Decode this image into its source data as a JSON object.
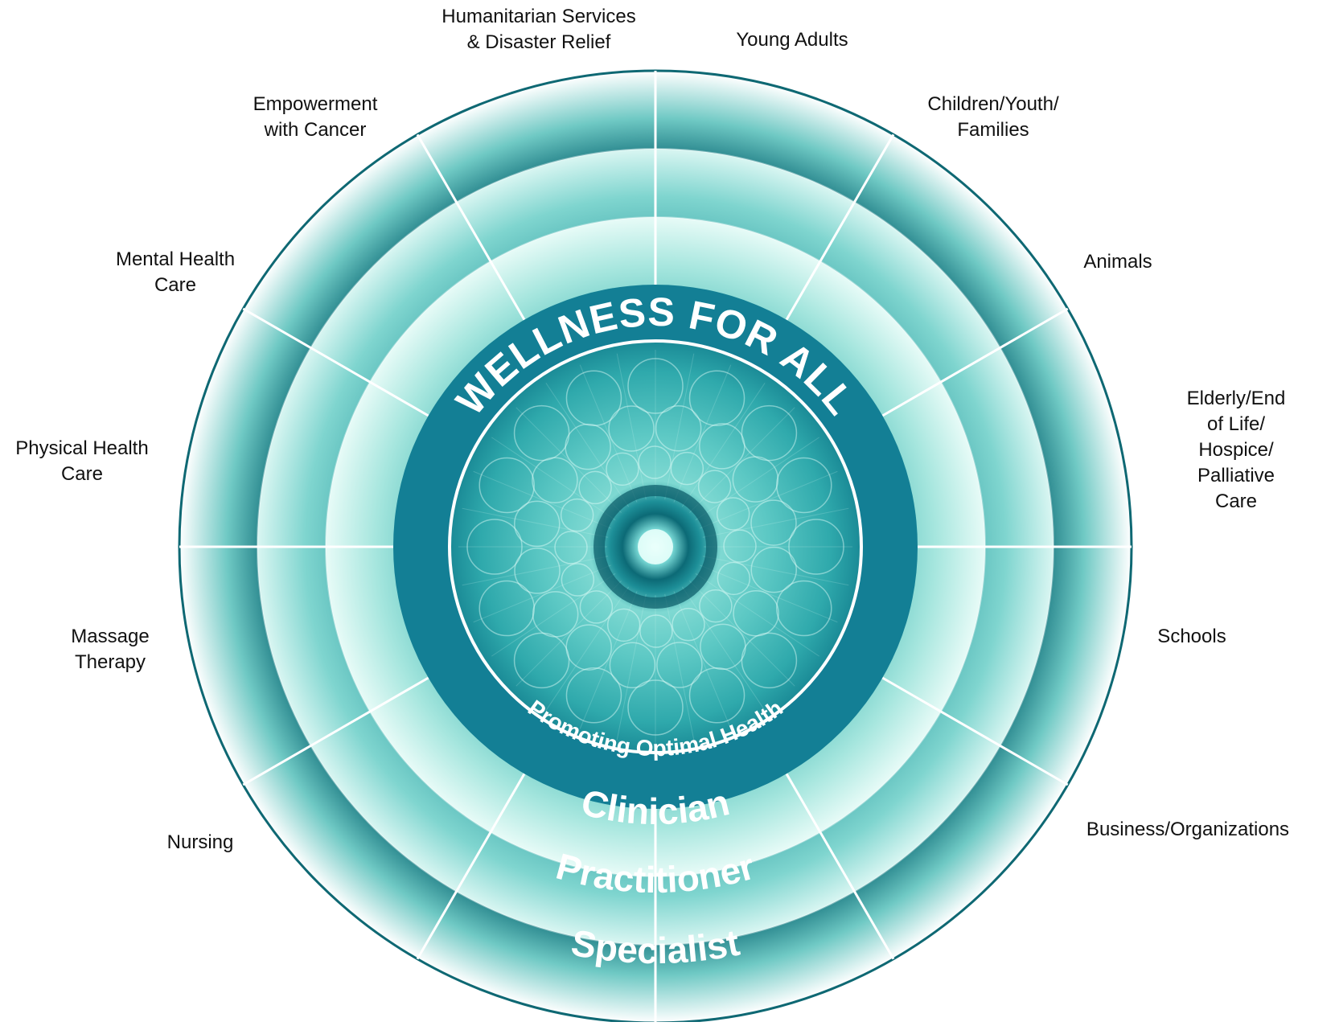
{
  "diagram": {
    "colors": {
      "outer_dark": "#0e6873",
      "mid_teal": "#2aa6a8",
      "light_teal": "#8fdcd4",
      "core_blue": "#137f95",
      "core_inner": "#34c2bf",
      "glow": "#e8fffb",
      "divider": "#ffffff"
    },
    "center": {
      "title": "WELLNESS FOR ALL",
      "subtitle": "Promoting Optimal Health"
    },
    "rings": [
      {
        "label": "Clinician"
      },
      {
        "label": "Practitioner"
      },
      {
        "label": "Specialist"
      }
    ],
    "sectors": [
      {
        "label": "Humanitarian Services\n& Disaster Relief"
      },
      {
        "label": "Young Adults"
      },
      {
        "label": "Children/Youth/\nFamilies"
      },
      {
        "label": "Animals"
      },
      {
        "label": "Elderly/End of Life/\nHospice/\nPalliative Care"
      },
      {
        "label": "Schools"
      },
      {
        "label": "Business/Organizations"
      },
      {
        "label": "Nursing"
      },
      {
        "label": "Massage\nTherapy"
      },
      {
        "label": "Physical Health\nCare"
      },
      {
        "label": "Mental Health\nCare"
      },
      {
        "label": "Empowerment\nwith Cancer"
      }
    ]
  }
}
